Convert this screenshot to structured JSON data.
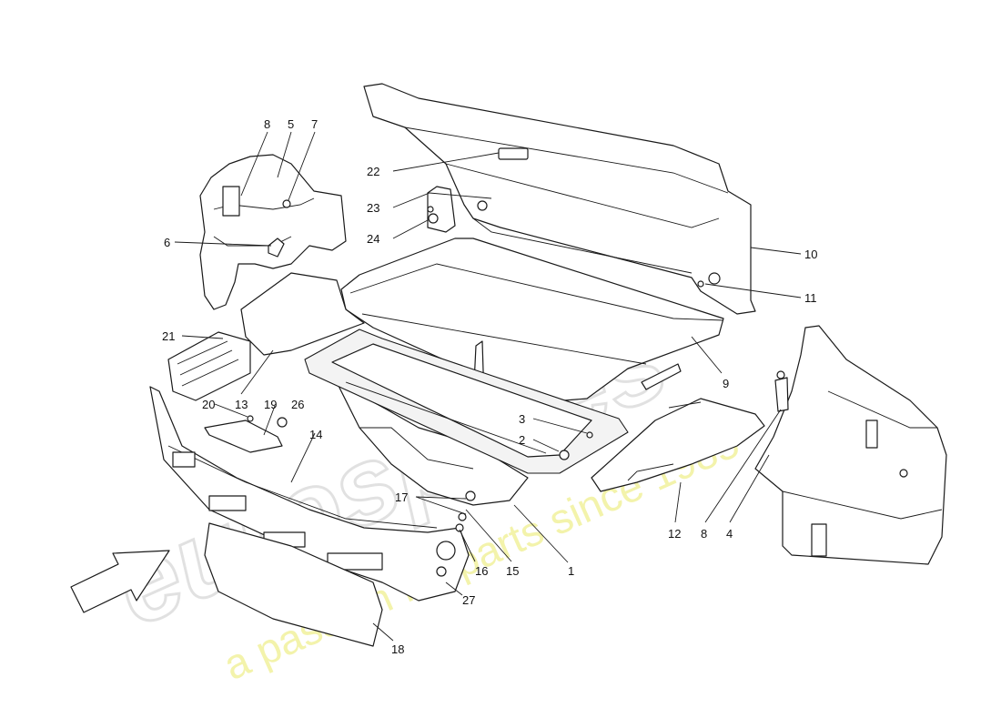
{
  "watermark": {
    "logo_text": "eurospares",
    "tagline": "a passion for parts since 1985",
    "tagline_color": "#eeee88"
  },
  "arrow": {
    "icon": "direction-arrow-icon",
    "meaning": "vehicle front direction"
  },
  "callouts": [
    {
      "id": "c1",
      "label": "1"
    },
    {
      "id": "c2",
      "label": "2"
    },
    {
      "id": "c3",
      "label": "3"
    },
    {
      "id": "c4",
      "label": "4"
    },
    {
      "id": "c5",
      "label": "5"
    },
    {
      "id": "c6",
      "label": "6"
    },
    {
      "id": "c7",
      "label": "7"
    },
    {
      "id": "c8a",
      "label": "8"
    },
    {
      "id": "c8b",
      "label": "8"
    },
    {
      "id": "c9",
      "label": "9"
    },
    {
      "id": "c10",
      "label": "10"
    },
    {
      "id": "c11",
      "label": "11"
    },
    {
      "id": "c12",
      "label": "12"
    },
    {
      "id": "c13",
      "label": "13"
    },
    {
      "id": "c14",
      "label": "14"
    },
    {
      "id": "c15",
      "label": "15"
    },
    {
      "id": "c16",
      "label": "16"
    },
    {
      "id": "c17",
      "label": "17"
    },
    {
      "id": "c18",
      "label": "18"
    },
    {
      "id": "c19",
      "label": "19"
    },
    {
      "id": "c20",
      "label": "20"
    },
    {
      "id": "c21",
      "label": "21"
    },
    {
      "id": "c22",
      "label": "22"
    },
    {
      "id": "c23",
      "label": "23"
    },
    {
      "id": "c24",
      "label": "24"
    },
    {
      "id": "c26",
      "label": "26"
    },
    {
      "id": "c27",
      "label": "27"
    }
  ]
}
